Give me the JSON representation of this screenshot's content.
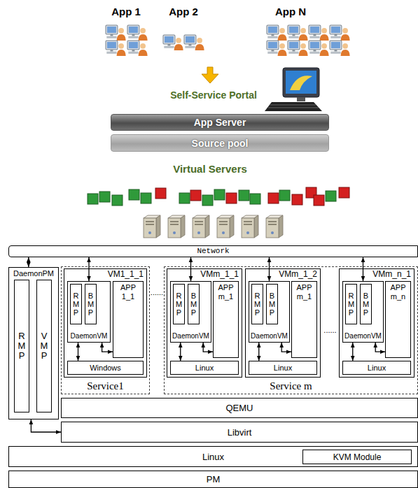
{
  "diagram": {
    "nodes": [
      {
        "text": [
          "App Server"
        ]
      },
      {
        "text": [
          "Source pool"
        ]
      },
      {
        "text": [
          "Network"
        ]
      },
      {
        "text": [
          "DaemonPM"
        ]
      },
      {
        "text": [
          "RMP"
        ],
        "in": 3
      },
      {
        "text": [
          "VMP"
        ],
        "in": 3
      },
      {
        "text": [
          "Service1"
        ]
      },
      {
        "text": [
          "VM1_1_1"
        ],
        "in": 6
      },
      {
        "text": [
          "DaemonVM"
        ],
        "in": 7
      },
      {
        "text": [
          "RMP"
        ],
        "in": 8
      },
      {
        "text": [
          "BMP"
        ],
        "in": 8
      },
      {
        "text": [
          "APP 1_1"
        ],
        "in": 7
      },
      {
        "text": [
          "Windows"
        ],
        "in": 7
      },
      {
        "text": [
          "Service m"
        ]
      },
      {
        "text": [
          "VMm_1_1"
        ],
        "in": 13
      },
      {
        "text": [
          "DaemonVM"
        ],
        "in": 14
      },
      {
        "text": [
          "RMP"
        ],
        "in": 15
      },
      {
        "text": [
          "BMP"
        ],
        "in": 15
      },
      {
        "text": [
          "APP m_1"
        ],
        "in": 14
      },
      {
        "text": [
          "Linux"
        ],
        "in": 14
      },
      {
        "text": [
          "VMm_1_2"
        ],
        "in": 13
      },
      {
        "text": [
          "DaemonVM"
        ],
        "in": 20
      },
      {
        "text": [
          "RMP"
        ],
        "in": 21
      },
      {
        "text": [
          "BMP"
        ],
        "in": 21
      },
      {
        "text": [
          "APP m_1"
        ],
        "in": 20
      },
      {
        "text": [
          "Linux"
        ],
        "in": 20
      },
      {
        "text": [
          "VMm_n_1"
        ],
        "in": 13
      },
      {
        "text": [
          "DaemonVM"
        ],
        "in": 26
      },
      {
        "text": [
          "RMP"
        ],
        "in": 27
      },
      {
        "text": [
          "BMP"
        ],
        "in": 27
      },
      {
        "text": [
          "APP m_n"
        ],
        "in": 26
      },
      {
        "text": [
          "Linux"
        ],
        "in": 26
      },
      {
        "text": [
          "QEMU"
        ]
      },
      {
        "text": [
          "Libvirt"
        ]
      },
      {
        "text": [
          "Linux"
        ]
      },
      {
        "text": [
          "KVM Module"
        ],
        "in": 34
      },
      {
        "text": [
          "PM"
        ]
      }
    ],
    "edges": [
      {
        "from": 2,
        "to": 3,
        "arrow": "both"
      },
      {
        "from": 2,
        "to": 8,
        "arrow": "both"
      },
      {
        "from": 8,
        "to": 11,
        "arrow": "both"
      },
      {
        "from": 8,
        "to": 12,
        "arrow": "both"
      },
      {
        "from": 2,
        "to": 15,
        "arrow": "both"
      },
      {
        "from": 15,
        "to": 18,
        "arrow": "both"
      },
      {
        "from": 15,
        "to": 19,
        "arrow": "both"
      },
      {
        "from": 2,
        "to": 21,
        "arrow": "both"
      },
      {
        "from": 21,
        "to": 24,
        "arrow": "both"
      },
      {
        "from": 21,
        "to": 25,
        "arrow": "both"
      },
      {
        "from": 2,
        "to": 27,
        "arrow": "both"
      },
      {
        "from": 27,
        "to": 30,
        "arrow": "both"
      },
      {
        "from": 27,
        "to": 31,
        "arrow": "both"
      },
      {
        "from": 3,
        "to": 33,
        "arrow": "both"
      }
    ],
    "labels": [
      "App 1",
      "App 2",
      "App N",
      "Self-Service Portal",
      "Virtual Servers",
      "......",
      "......"
    ]
  }
}
